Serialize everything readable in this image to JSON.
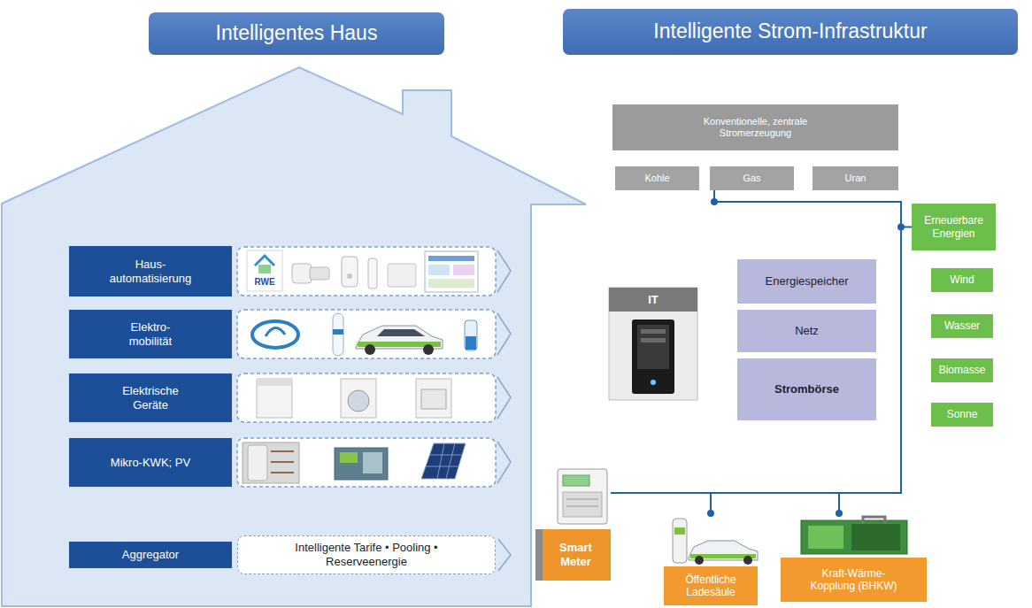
{
  "diagram": {
    "nodes": [
      {
        "text": [
          "Intelligentes Haus"
        ]
      },
      {
        "text": [
          "Intelligente Strom-Infrastruktur"
        ]
      },
      {
        "text": [
          "Haus- automatisierung"
        ]
      },
      {
        "text": [
          "Elektro- mobilität"
        ]
      },
      {
        "text": [
          "Elektrische Geräte"
        ]
      },
      {
        "text": [
          "Mikro-KWK; PV"
        ]
      },
      {
        "text": [
          "Aggregator"
        ]
      },
      {
        "text": [
          "Intelligente Tarife • Pooling • Reserveenergie"
        ]
      },
      {
        "text": [
          "Konventionelle, zentrale Stromerzeugung"
        ]
      },
      {
        "text": [
          "Kohle"
        ]
      },
      {
        "text": [
          "Gas"
        ]
      },
      {
        "text": [
          "Uran"
        ]
      },
      {
        "text": [
          "IT"
        ]
      },
      {
        "text": [
          "Energiespeicher"
        ]
      },
      {
        "text": [
          "Netz"
        ]
      },
      {
        "text": [
          "Strombörse"
        ]
      },
      {
        "text": [
          "Erneuerbare Energien"
        ]
      },
      {
        "text": [
          "Wind"
        ]
      },
      {
        "text": [
          "Wasser"
        ]
      },
      {
        "text": [
          "Biomasse"
        ]
      },
      {
        "text": [
          "Sonne"
        ]
      },
      {
        "text": [
          "Smart Meter"
        ]
      },
      {
        "text": [
          "Öffentliche Ladesäule"
        ]
      },
      {
        "text": [
          "Kraft-Wärme- Kopplung (BHKW)"
        ]
      }
    ],
    "edges": [
      {
        "from": 10,
        "to": 21,
        "arrow": "none"
      },
      {
        "from": 16,
        "to": 21,
        "arrow": "none"
      },
      {
        "from": 22,
        "to": 21,
        "arrow": "none"
      },
      {
        "from": 23,
        "to": 21,
        "arrow": "none"
      }
    ],
    "labels": [
      "RWE"
    ]
  }
}
